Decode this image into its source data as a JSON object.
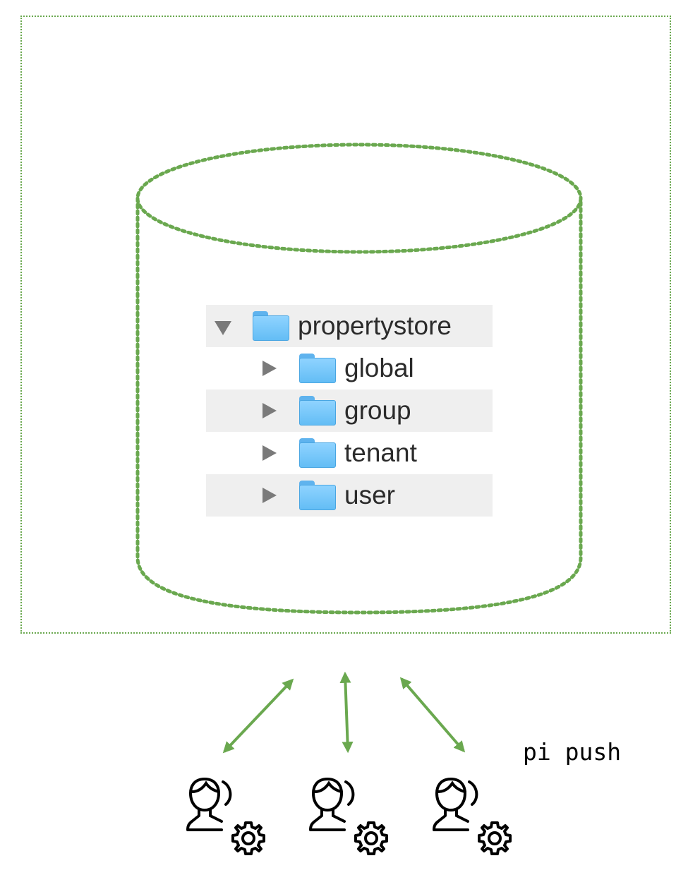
{
  "diagram": {
    "accent_color": "#6aa84f",
    "store": {
      "shape": "database-cylinder",
      "tree": {
        "root": {
          "label": "propertystore",
          "icon": "folder-icon",
          "expanded": true
        },
        "children": [
          {
            "label": "global",
            "icon": "folder-icon",
            "expanded": false
          },
          {
            "label": "group",
            "icon": "folder-icon",
            "expanded": false
          },
          {
            "label": "tenant",
            "icon": "folder-icon",
            "expanded": false
          },
          {
            "label": "user",
            "icon": "folder-icon",
            "expanded": false
          }
        ]
      }
    },
    "actors": [
      {
        "icon": "user-settings-icon"
      },
      {
        "icon": "user-settings-icon"
      },
      {
        "icon": "user-settings-icon"
      }
    ],
    "connections": [
      {
        "type": "bidirectional-arrow",
        "from": "actor-1",
        "to": "store"
      },
      {
        "type": "bidirectional-arrow",
        "from": "actor-2",
        "to": "store"
      },
      {
        "type": "bidirectional-arrow",
        "from": "actor-3",
        "to": "store"
      }
    ],
    "annotation": "pi push"
  }
}
